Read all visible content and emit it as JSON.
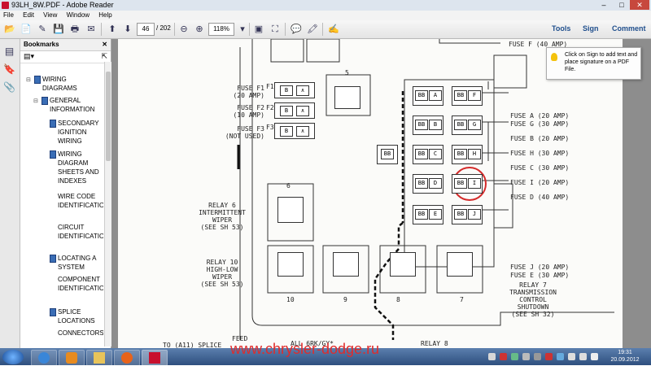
{
  "window": {
    "title": "93LH_8W.PDF - Adobe Reader",
    "min": "–",
    "max": "□",
    "close": "✕"
  },
  "menu": [
    "File",
    "Edit",
    "View",
    "Window",
    "Help"
  ],
  "toolbar": {
    "page_current": "46",
    "page_total": "/ 202",
    "zoom": "118%",
    "tools": "Tools",
    "sign": "Sign",
    "comment": "Comment"
  },
  "bookmarks": {
    "header": "Bookmarks",
    "items": [
      {
        "label": "WIRING DIAGRAMS"
      },
      {
        "label": "GENERAL INFORMATION"
      },
      {
        "label": "SECONDARY IGNITION WIRING"
      },
      {
        "label": "WIRING DIAGRAM SHEETS AND INDEXES"
      },
      {
        "label": "WIRE CODE IDENTIFICATION"
      },
      {
        "label": "CIRCUIT IDENTIFICATION"
      },
      {
        "label": "LOCATING A SYSTEM"
      },
      {
        "label": "COMPONENT IDENTIFICATION"
      },
      {
        "label": "SPLICE LOCATIONS"
      },
      {
        "label": "CONNECTORS"
      }
    ]
  },
  "tooltip": "Click on Sign to add text and place signature on a PDF File.",
  "diagram": {
    "fuse_f1": "FUSE F1",
    "fuse_f1_amp": "(20 AMP)",
    "fuse_f2": "FUSE F2",
    "fuse_f2_amp": "(10 AMP)",
    "fuse_f3": "FUSE F3",
    "fuse_f3_amp": "(NOT USED)",
    "f1": "F1",
    "f2": "F2",
    "f3": "F3",
    "relay6": [
      "RELAY 6",
      "INTERMITTENT",
      "WIPER",
      "(SEE SH 53)"
    ],
    "relay10": [
      "RELAY 10",
      "HIGH-LOW",
      "WIPER",
      "(SEE SH 53)"
    ],
    "relay7": [
      "RELAY 7",
      "TRANSMISSION",
      "CONTROL",
      "SHUTDOWN",
      "(SEE SH 32)"
    ],
    "relay8": "RELAY 8",
    "feed": "FEED",
    "splice": "TO (A11) SPLICE",
    "wire": "ALL 6RK/GY*",
    "right_fuses": [
      "FUSE F (40 AMP)",
      "FUSE A (20 AMP)",
      "FUSE G (30 AMP)",
      "FUSE B (20 AMP)",
      "FUSE H (30 AMP)",
      "FUSE C (30 AMP)",
      "FUSE I (20 AMP)",
      "FUSE D (40 AMP)",
      "FUSE J (20 AMP)",
      "FUSE E (30 AMP)"
    ],
    "relay_nums": [
      "5",
      "6",
      "10",
      "9",
      "8",
      "7"
    ],
    "fuse_letters": [
      "A",
      "B",
      "C",
      "D",
      "E",
      "F",
      "G",
      "H",
      "I",
      "J"
    ],
    "bb": "BB",
    "b": "B",
    "a": "A"
  },
  "watermark": "www.chrysler-dodge.ru",
  "clock": {
    "time": "19:31",
    "date": "20.09.2012"
  },
  "colors": {
    "highlight_circle": "#d42a2a",
    "watermark": "#e02b2b",
    "link": "#1f4e8c"
  }
}
